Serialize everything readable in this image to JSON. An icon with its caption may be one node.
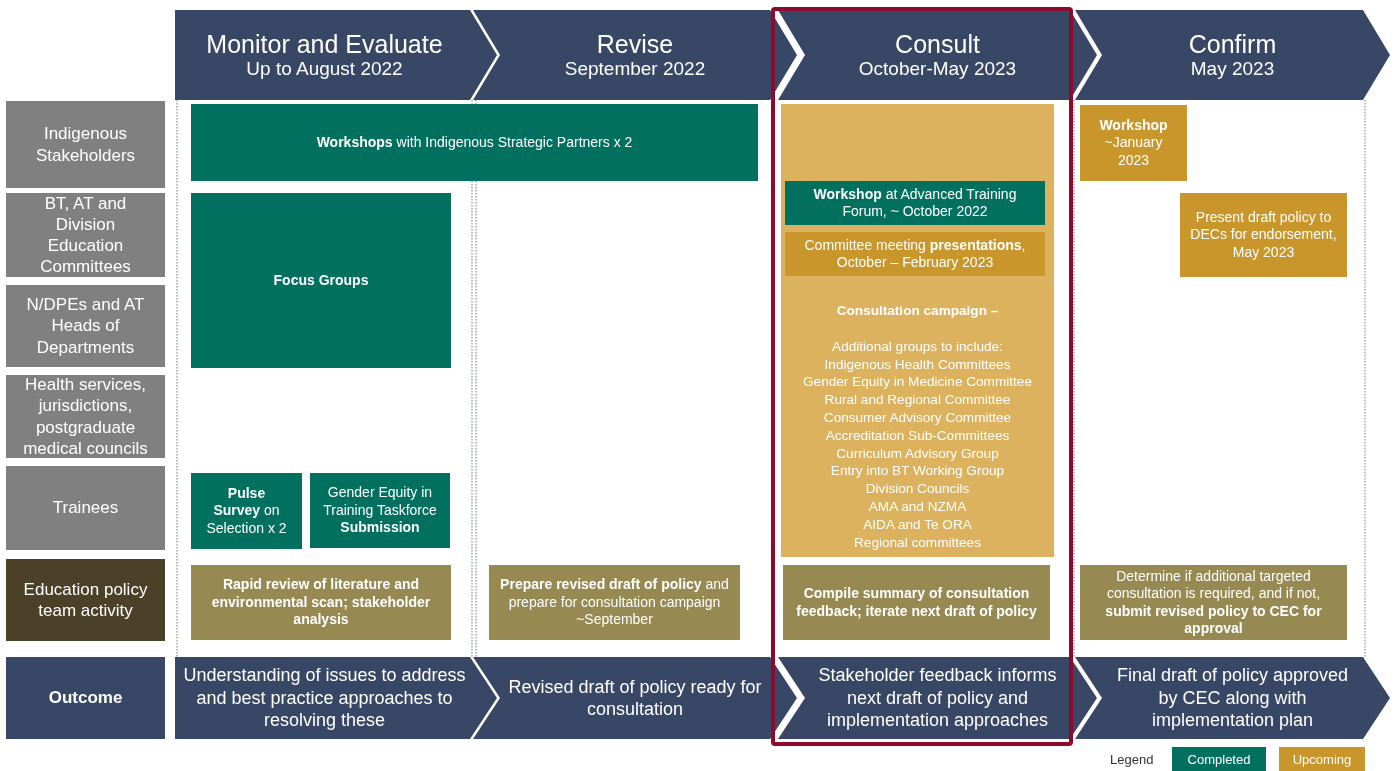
{
  "diagram": {
    "nodes": [
      {
        "text": [
          "Monitor and Evaluate",
          "Up to August 2022"
        ]
      },
      {
        "text": [
          "Revise",
          "September 2022"
        ]
      },
      {
        "text": [
          "Consult",
          "October-May 2023"
        ]
      },
      {
        "text": [
          "Confirm",
          "May 2023"
        ]
      },
      {
        "text": [
          "Indigenous Stakeholders"
        ]
      },
      {
        "text": [
          "BT, AT and Division Education Committees"
        ]
      },
      {
        "text": [
          "N/DPEs and AT Heads of Departments"
        ]
      },
      {
        "text": [
          "Health services, jurisdictions, postgraduate medical councils"
        ]
      },
      {
        "text": [
          "Trainees"
        ]
      },
      {
        "text": [
          "Education policy team activity"
        ]
      },
      {
        "text": [
          "Outcome"
        ]
      },
      {
        "text": [
          "**Workshops** with Indigenous Strategic Partners x 2"
        ]
      },
      {
        "text": [
          "Focus Groups"
        ]
      },
      {
        "text": [
          "**Pulse Survey** on Selection x 2"
        ]
      },
      {
        "text": [
          "Gender Equity in Training Taskforce **Submission**"
        ]
      },
      {
        "text": [
          "Consultation campaign –",
          "Additional groups to include:",
          "Indigenous Health Committees",
          "Gender Equity in Medicine Committee",
          "Rural and Regional Committee",
          "Consumer Advisory Committee",
          "Accreditation Sub-Committees",
          "Curriculum Advisory Group",
          "Entry into BT Working Group",
          "Division Councils",
          "AMA and NZMA",
          "AIDA and Te ORA",
          "Regional committees"
        ]
      },
      {
        "text": [
          "**Workshop** at Advanced Training Forum, ~ October 2022"
        ],
        "in": 15
      },
      {
        "text": [
          "Committee meeting **presentations**, October – February 2023"
        ],
        "in": 15
      },
      {
        "text": [
          "**Workshop** ~January 2023"
        ]
      },
      {
        "text": [
          "Present draft policy to DECs for endorsement, May 2023"
        ]
      },
      {
        "text": [
          "Rapid review of literature and environmental scan; stakeholder analysis"
        ]
      },
      {
        "text": [
          "**Prepare revised draft of policy** and prepare for consultation campaign ~September"
        ]
      },
      {
        "text": [
          "Compile summary of consultation feedback; iterate next draft of policy"
        ]
      },
      {
        "text": [
          "Determine if additional targeted consultation is required, and if not, **submit revised policy to CEC for approval**"
        ]
      },
      {
        "text": [
          "Understanding of issues to address and best practice approaches to resolving these"
        ]
      },
      {
        "text": [
          "Revised draft of policy ready for consultation"
        ]
      },
      {
        "text": [
          "Stakeholder feedback informs next draft of policy and implementation approaches"
        ]
      },
      {
        "text": [
          "Final draft of policy approved by CEC along with implementation plan"
        ]
      }
    ],
    "edges": [],
    "labels": [
      "Legend"
    ],
    "legend": [
      {
        "text": "Completed",
        "color": "#02705f"
      },
      {
        "text": "Upcoming",
        "color": "#c9962b"
      }
    ]
  }
}
